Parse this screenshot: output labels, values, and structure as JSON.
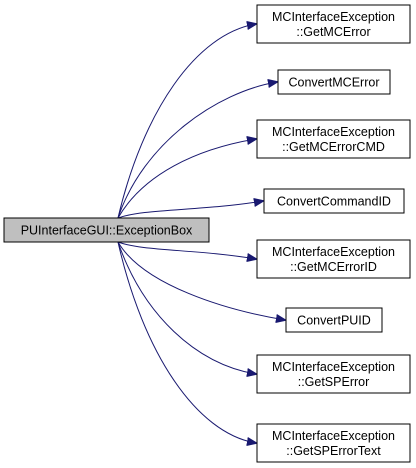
{
  "diagram": {
    "root": {
      "label": "PUInterfaceGUI::ExceptionBox",
      "fill": "#bfbfbf"
    },
    "callees": [
      {
        "id": "getmcerror",
        "lines": [
          "MCInterfaceException",
          "::GetMCError"
        ]
      },
      {
        "id": "convertmcerror",
        "lines": [
          "ConvertMCError"
        ]
      },
      {
        "id": "getmcerrorcmd",
        "lines": [
          "MCInterfaceException",
          "::GetMCErrorCMD"
        ]
      },
      {
        "id": "convertcommandid",
        "lines": [
          "ConvertCommandID"
        ]
      },
      {
        "id": "getmcerrorid",
        "lines": [
          "MCInterfaceException",
          "::GetMCErrorID"
        ]
      },
      {
        "id": "convertpuid",
        "lines": [
          "ConvertPUID"
        ]
      },
      {
        "id": "getsperror",
        "lines": [
          "MCInterfaceException",
          "::GetSPError"
        ]
      },
      {
        "id": "getsperrortext",
        "lines": [
          "MCInterfaceException",
          "::GetSPErrorText"
        ]
      }
    ],
    "colors": {
      "edge": "#191970",
      "box_border": "#000000",
      "box_fill": "#ffffff",
      "text": "#000000"
    }
  }
}
